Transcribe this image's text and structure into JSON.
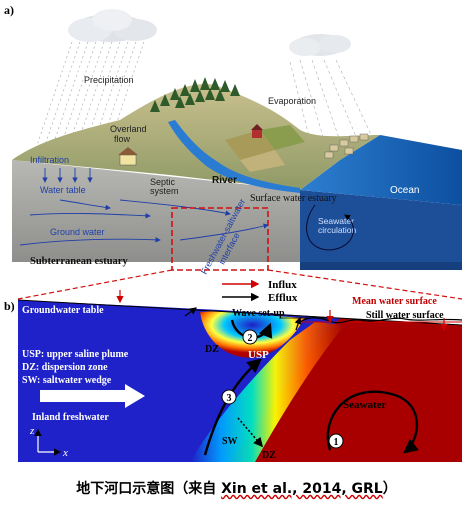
{
  "panel_a": {
    "tag": "a)",
    "precipitation": "Precipitation",
    "evaporation": "Evaporation",
    "overland_flow_1": "Overland",
    "overland_flow_2": "flow",
    "infiltration": "Infiltration",
    "water_table": "Water table",
    "septic_1": "Septic",
    "septic_2": "system",
    "river": "River",
    "ocean": "Ocean",
    "surface_estuary": "Surface water estuary",
    "ground_water": "Ground water",
    "seawater_circ_1": "Seawater",
    "seawater_circ_2": "circulation",
    "subterranean": "Subterranean estuary",
    "interface_1": "Freshwater-saltwater",
    "interface_2": "interface"
  },
  "panel_b": {
    "tag": "b)",
    "groundwater_table": "Groundwater  table",
    "influx": "Influx",
    "efflux": "Efflux",
    "wave_setup": "Wave set-up",
    "mean_water": "Mean water surface",
    "still_water": "Still water surface",
    "dz_top": "DZ",
    "usp": "USP",
    "legend_usp": "USP:  upper saline plume",
    "legend_dz": "DZ:  dispersion  zone",
    "legend_sw": "SW:  saltwater wedge",
    "inland": "Inland  freshwater",
    "seawater": "Seawater",
    "sw": "SW",
    "dz_bottom": "DZ",
    "axis_z": "z",
    "axis_x": "x",
    "num_1": "1",
    "num_2": "2",
    "num_3": "3"
  },
  "caption": {
    "prefix": "地下河口示意图（来自 ",
    "ref": "Xin et al., 2014, GRL",
    "suffix": "）"
  },
  "colors": {
    "fresh": "#1f22c8",
    "saline": "#a80000",
    "ocean": "#1e6fc4",
    "land": "#8a9a6a"
  }
}
